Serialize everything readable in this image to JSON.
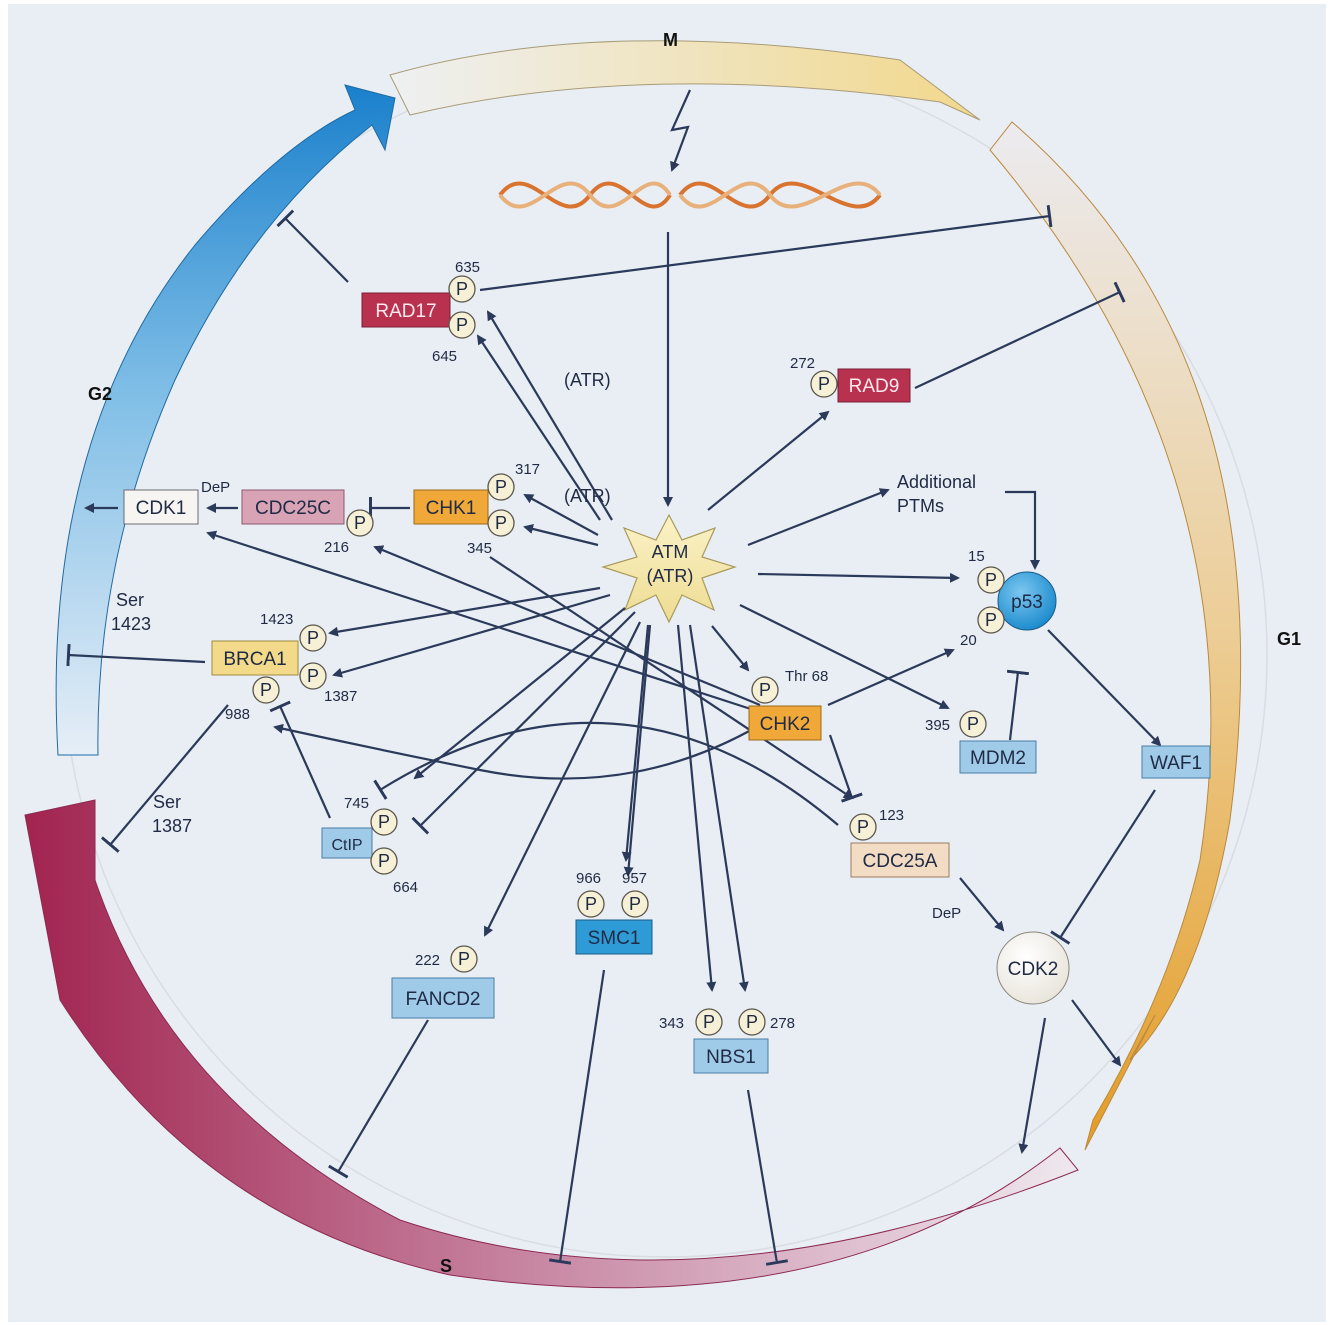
{
  "phases": {
    "m": "M",
    "g1": "G1",
    "s": "S",
    "g2": "G2"
  },
  "center": {
    "line1": "ATM",
    "line2": "(ATR)"
  },
  "atr_labels": {
    "rad17": "(ATR)",
    "chk1": "(ATR)"
  },
  "proteins": {
    "rad17": "RAD17",
    "rad9": "RAD9",
    "cdk1": "CDK1",
    "cdc25c": "CDC25C",
    "chk1": "CHK1",
    "brca1": "BRCA1",
    "ctip": "CtIP",
    "chk2": "CHK2",
    "mdm2": "MDM2",
    "waf1": "WAF1",
    "p53": "p53",
    "cdc25a": "CDC25A",
    "cdk2": "CDK2",
    "smc1": "SMC1",
    "nbs1": "NBS1",
    "fancd2": "FANCD2"
  },
  "phospho_symbol": "P",
  "sites": {
    "rad17_a": "635",
    "rad17_b": "645",
    "rad9": "272",
    "chk1_a": "317",
    "chk1_b": "345",
    "cdc25c": "216",
    "brca1_a": "1423",
    "brca1_b": "1387",
    "brca1_c": "988",
    "ctip_a": "745",
    "ctip_b": "664",
    "chk2": "Thr 68",
    "p53_a": "15",
    "p53_b": "20",
    "mdm2": "395",
    "cdc25a": "123",
    "smc1_a": "966",
    "smc1_b": "957",
    "nbs1_a": "343",
    "nbs1_b": "278",
    "fancd2": "222"
  },
  "annotations": {
    "dep_cdk1": "DeP",
    "dep_cdk2": "DeP",
    "additional_1": "Additional",
    "additional_2": "PTMs",
    "ser1423_1": "Ser",
    "ser1423_2": "1423",
    "ser1387_1": "Ser",
    "ser1387_2": "1387"
  },
  "colors": {
    "background": "#e9eef4",
    "arrow": "#2b3a5a",
    "red_box": "#b8324f",
    "pink_box": "#d7a3b5",
    "orange_box": "#f0a838",
    "yellow_box": "#f3d98a",
    "blue_box": "#9fcbe8",
    "deep_blue_box": "#2f9bd6",
    "peach_box": "#f2dcc4",
    "white_box": "#f7f5f2",
    "phospho_fill": "#f6f1d6",
    "star_fill": "#f5e8a5",
    "g2_arrow": "#1f86d0",
    "m_arrow": "#f2dd93",
    "g1_arrow": "#e9a52c",
    "s_arrow": "#a82a55"
  }
}
